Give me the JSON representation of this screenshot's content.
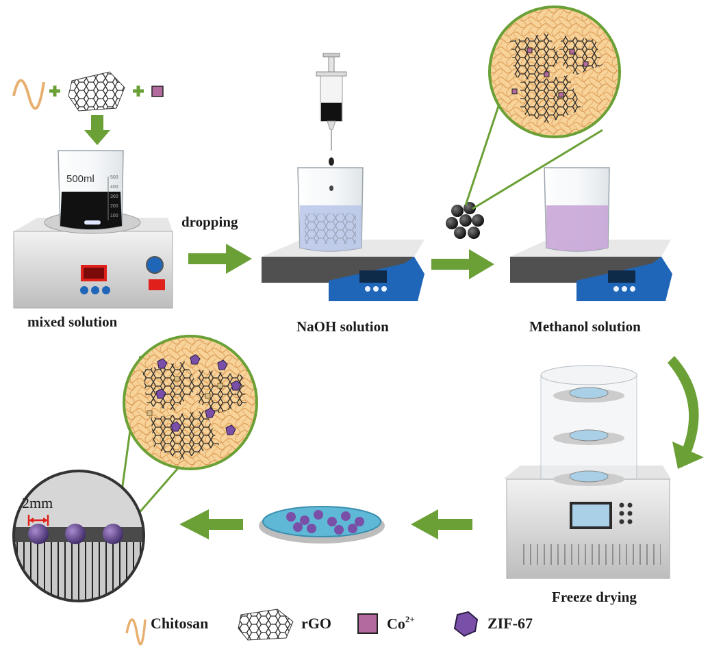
{
  "steps": {
    "mixed": "mixed solution",
    "naoh": "NaOH solution",
    "methanol": "Methanol solution",
    "freeze": "Freeze drying",
    "dropping": "dropping"
  },
  "beaker": {
    "volume": "500ml",
    "ticks": [
      "100",
      "200",
      "300",
      "400",
      "500"
    ]
  },
  "scale_label": "2mm",
  "legend": {
    "chitosan": "Chitosan",
    "rgo": "rGO",
    "co_base": "Co",
    "co_sup": "2+",
    "zif": "ZIF-67"
  },
  "colors": {
    "arrow": "#6aa035",
    "chitosan": "#e8b070",
    "bead_purple": "#7a4fa8",
    "co_fill": "#b36a9c",
    "stirrer_blue": "#1f66b8",
    "display_red": "#e0201a"
  }
}
